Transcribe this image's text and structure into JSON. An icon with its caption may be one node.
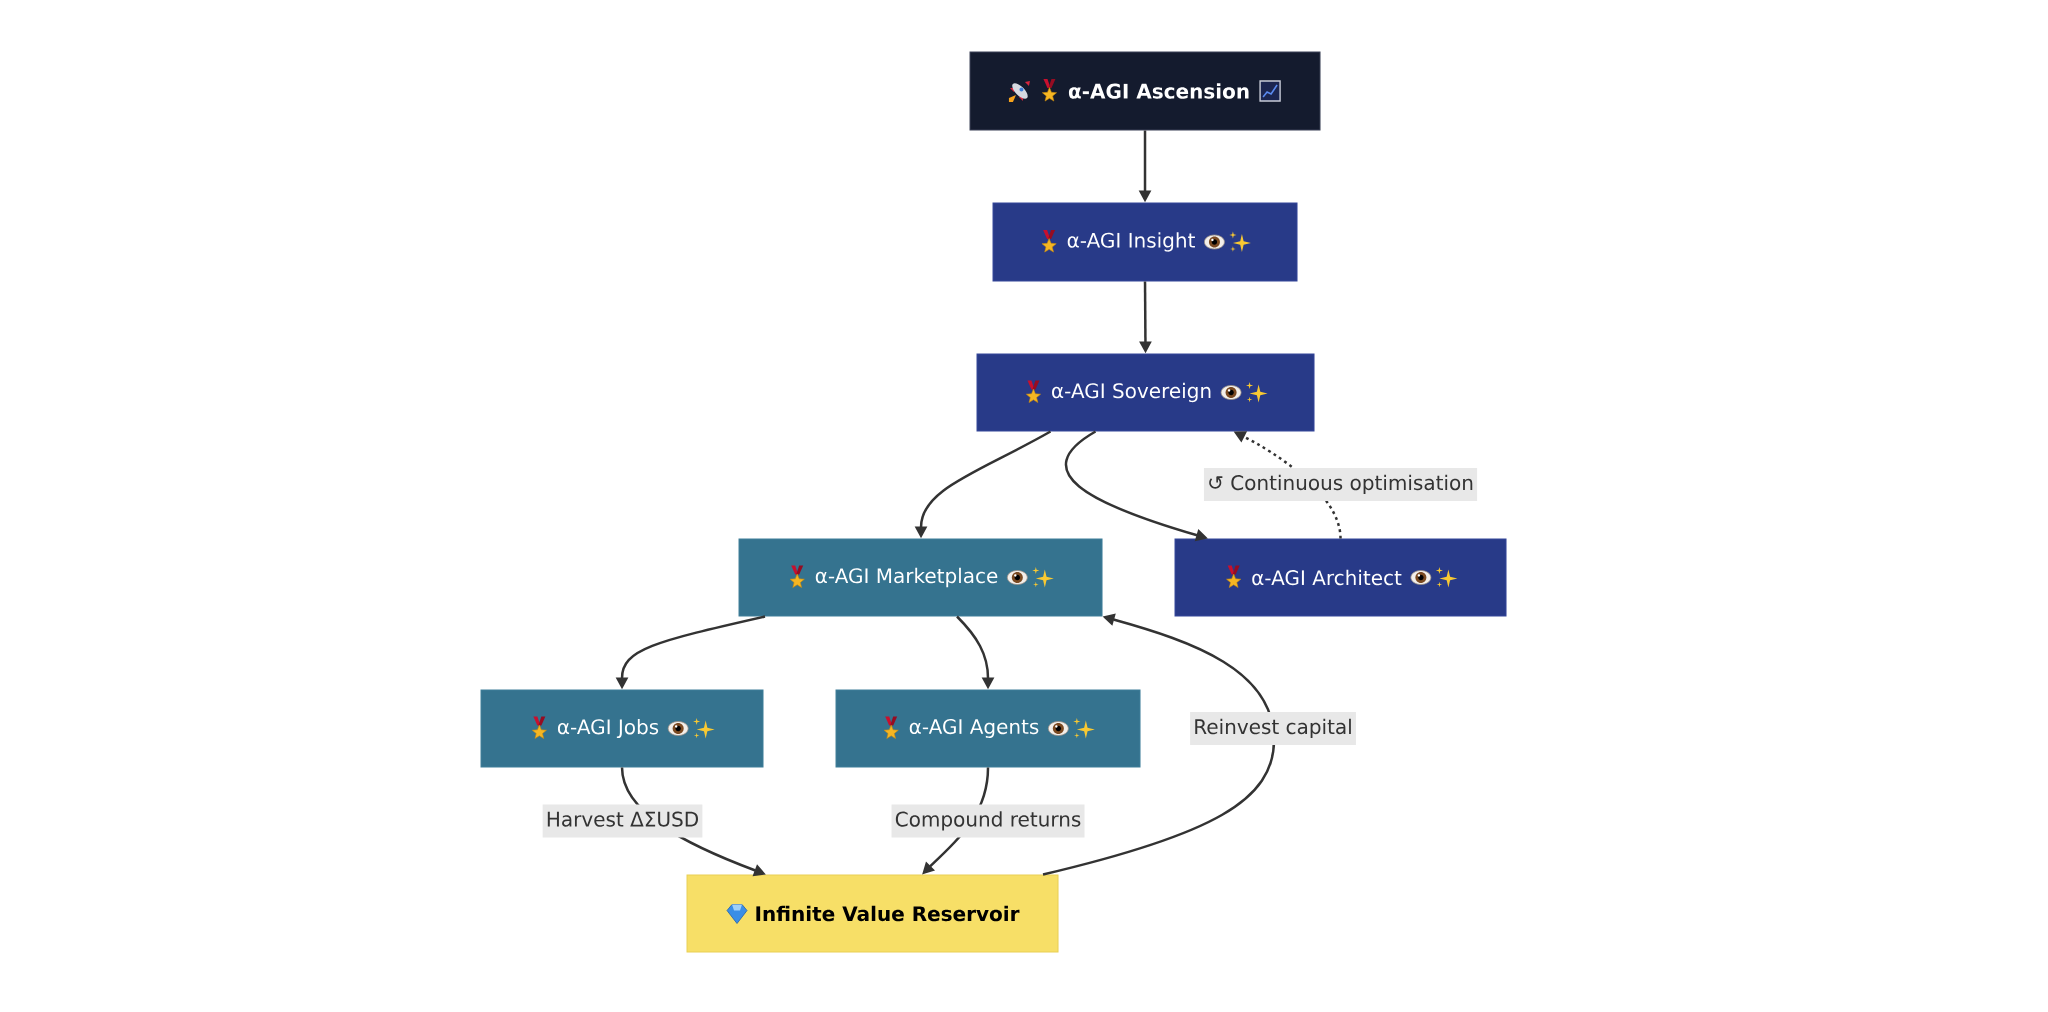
{
  "diagram": {
    "nodes": [
      {
        "text": [
          "α-AGI Ascension"
        ]
      },
      {
        "text": [
          "α-AGI Insight"
        ]
      },
      {
        "text": [
          "α-AGI Sovereign"
        ]
      },
      {
        "text": [
          "α-AGI Marketplace"
        ]
      },
      {
        "text": [
          "α-AGI Architect"
        ]
      },
      {
        "text": [
          "α-AGI Jobs"
        ]
      },
      {
        "text": [
          "α-AGI Agents"
        ]
      },
      {
        "text": [
          "Infinite Value Reservoir"
        ]
      }
    ],
    "edges": [
      {
        "from": 0,
        "to": 1,
        "arrow": "to"
      },
      {
        "from": 1,
        "to": 2,
        "arrow": "to"
      },
      {
        "from": 2,
        "to": 3,
        "arrow": "to"
      },
      {
        "from": 2,
        "to": 4,
        "arrow": "to"
      },
      {
        "from": 4,
        "to": 2,
        "arrow": "to",
        "label": "↺ Continuous optimisation",
        "style": "dashed"
      },
      {
        "from": 3,
        "to": 5,
        "arrow": "to"
      },
      {
        "from": 3,
        "to": 6,
        "arrow": "to"
      },
      {
        "from": 5,
        "to": 7,
        "arrow": "to",
        "label": "Harvest ΔΣUSD"
      },
      {
        "from": 6,
        "to": 7,
        "arrow": "to",
        "label": "Compound returns"
      },
      {
        "from": 7,
        "to": 3,
        "arrow": "to",
        "label": "Reinvest capital"
      }
    ]
  }
}
